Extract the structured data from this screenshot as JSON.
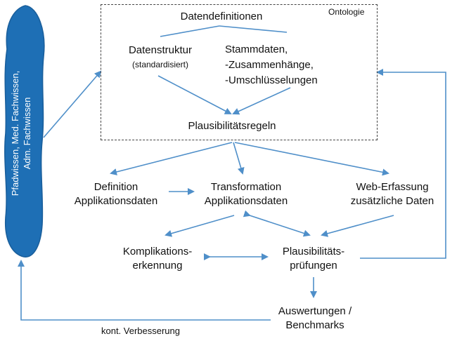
{
  "cloud": {
    "lines": [
      "Pfadwissen, Med. Fachwissen,",
      "Adm. Fachwissen"
    ],
    "color": "#1e6fb5"
  },
  "ontology": {
    "label": "Ontologie",
    "title": "Datendefinitionen",
    "left_title": "Datenstruktur",
    "left_sub": "(standardisiert)",
    "right_lines": [
      "Stammdaten,",
      "-Zusammenhänge,",
      "-Umschlüsselungen"
    ],
    "rules": "Plausibilitätsregeln"
  },
  "nodes": {
    "definition": [
      "Definition",
      "Applikationsdaten"
    ],
    "transformation": [
      "Transformation",
      "Applikationsdaten"
    ],
    "web": [
      "Web-Erfassung",
      "zusätzliche Daten"
    ],
    "komplikation": [
      "Komplikations-",
      "erkennung"
    ],
    "plausibilitaet": [
      "Plausibilitäts-",
      "prüfungen"
    ],
    "auswertung": [
      "Auswertungen /",
      "Benchmarks"
    ]
  },
  "feedback_label": "kont. Verbesserung",
  "colors": {
    "arrow": "#4f8fc9"
  }
}
